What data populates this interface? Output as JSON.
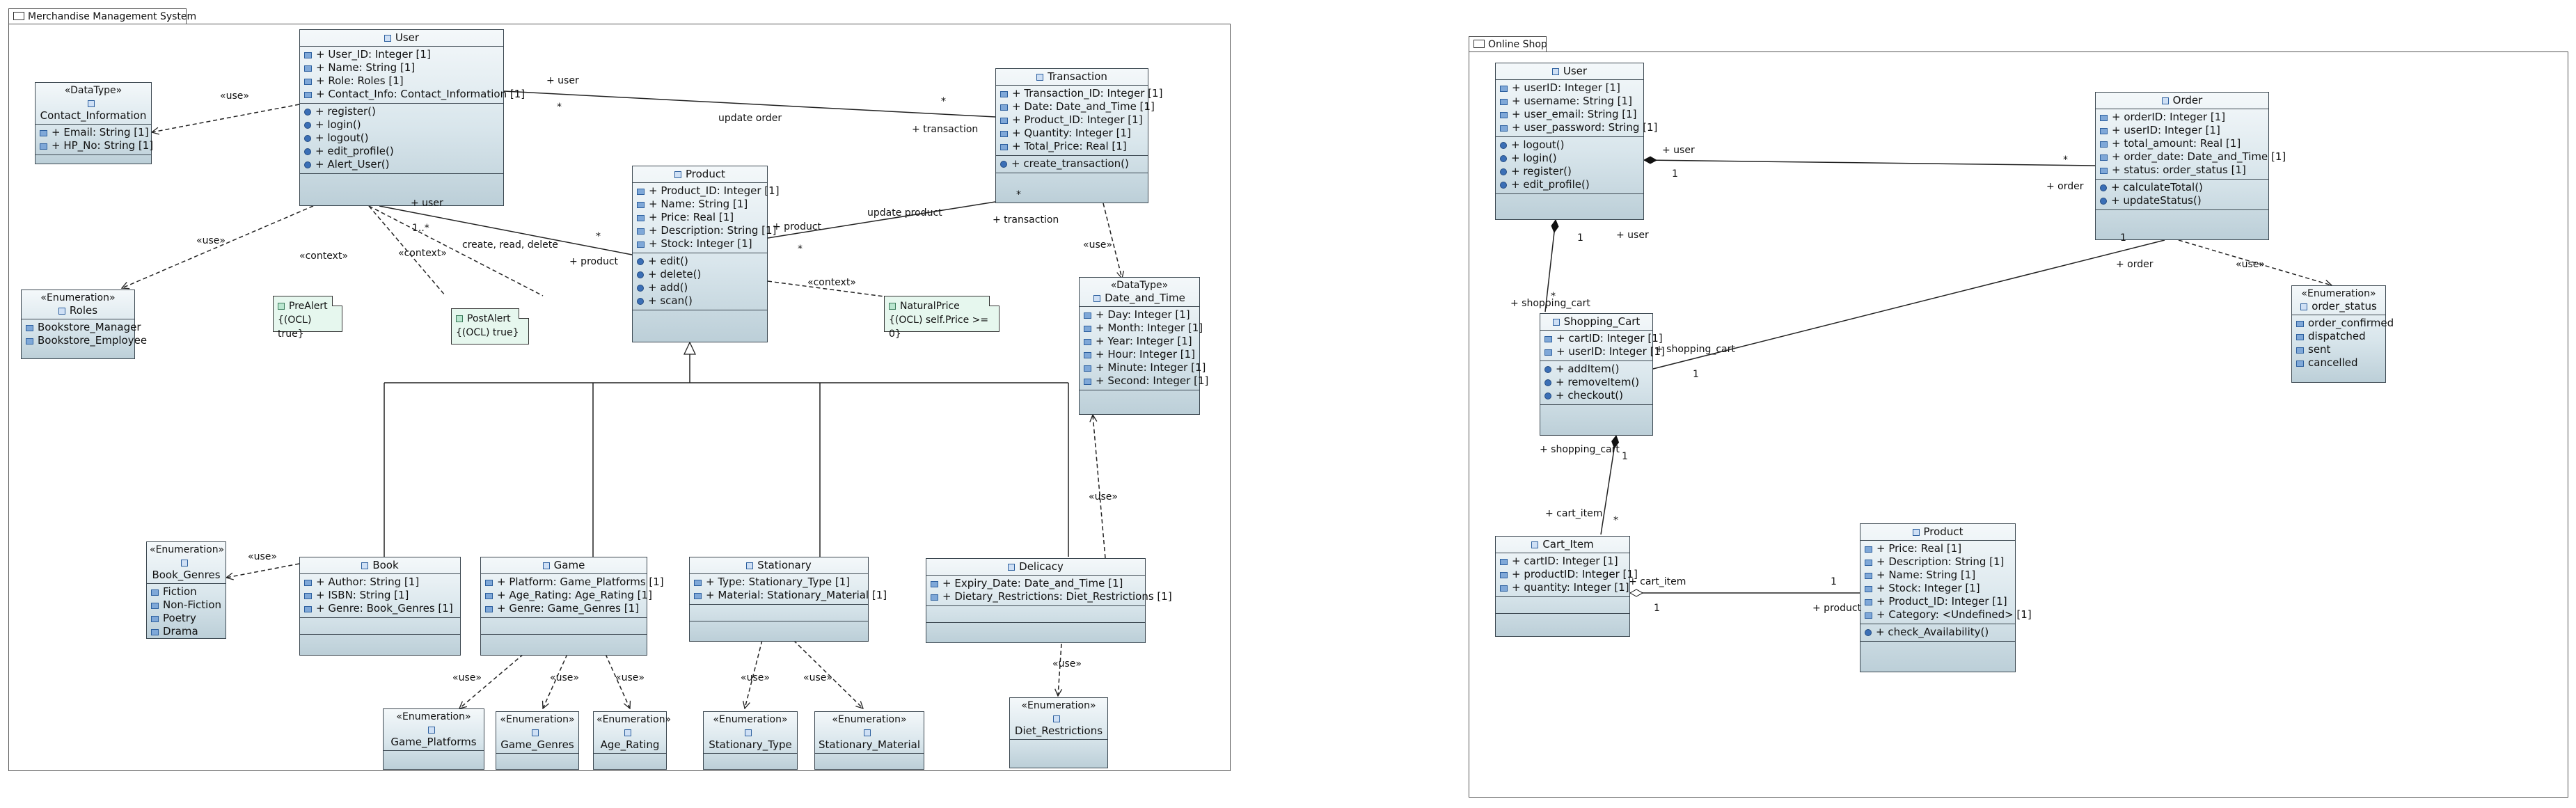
{
  "packages": {
    "left": {
      "title": "Merchandise Management System"
    },
    "right": {
      "title": "Online Shop"
    }
  },
  "classes": {
    "user": {
      "name": "User",
      "attributes": [
        "+ User_ID: Integer [1]",
        "+ Name: String [1]",
        "+ Role: Roles [1]",
        "+ Contact_Info: Contact_Information [1]"
      ],
      "operations": [
        "+ register()",
        "+ login()",
        "+ logout()",
        "+ edit_profile()",
        "+ Alert_User()"
      ]
    },
    "contact": {
      "stereotype": "«DataType»",
      "name": "Contact_Information",
      "attributes": [
        "+ Email: String [1]",
        "+ HP_No: String [1]"
      ]
    },
    "transaction": {
      "name": "Transaction",
      "attributes": [
        "+ Transaction_ID: Integer [1]",
        "+ Date: Date_and_Time [1]",
        "+ Product_ID: Integer [1]",
        "+ Quantity: Integer [1]",
        "+ Total_Price: Real [1]"
      ],
      "operations": [
        "+ create_transaction()"
      ]
    },
    "product": {
      "name": "Product",
      "attributes": [
        "+ Product_ID: Integer [1]",
        "+ Name: String [1]",
        "+ Price: Real [1]",
        "+ Description: String [1]",
        "+ Stock: Integer [1]"
      ],
      "operations": [
        "+ edit()",
        "+ delete()",
        "+ add()",
        "+ scan()"
      ]
    },
    "roles": {
      "stereotype": "«Enumeration»",
      "name": "Roles",
      "literals": [
        "Bookstore_Manager",
        "Bookstore_Employee"
      ]
    },
    "datetime": {
      "stereotype": "«DataType»",
      "name": "Date_and_Time",
      "attributes": [
        "+ Day: Integer [1]",
        "+ Month: Integer [1]",
        "+ Year: Integer [1]",
        "+ Hour: Integer [1]",
        "+ Minute: Integer [1]",
        "+ Second: Integer [1]"
      ]
    },
    "bookgenres": {
      "stereotype": "«Enumeration»",
      "name": "Book_Genres",
      "literals": [
        "Fiction",
        "Non-Fiction",
        "Poetry",
        "Drama"
      ]
    },
    "book": {
      "name": "Book",
      "attributes": [
        "+ Author: String [1]",
        "+ ISBN: String [1]",
        "+ Genre: Book_Genres [1]"
      ]
    },
    "game": {
      "name": "Game",
      "attributes": [
        "+ Platform: Game_Platforms [1]",
        "+ Age_Rating: Age_Rating [1]",
        "+ Genre: Game_Genres [1]"
      ]
    },
    "stationary": {
      "name": "Stationary",
      "attributes": [
        "+ Type: Stationary_Type [1]",
        "+ Material: Stationary_Material [1]"
      ]
    },
    "delicacy": {
      "name": "Delicacy",
      "attributes": [
        "+ Expiry_Date: Date_and_Time [1]",
        "+ Dietary_Restrictions: Diet_Restrictions [1]"
      ]
    },
    "gameplatforms": {
      "stereotype": "«Enumeration»",
      "name": "Game_Platforms"
    },
    "gamegenres": {
      "stereotype": "«Enumeration»",
      "name": "Game_Genres"
    },
    "agerating": {
      "stereotype": "«Enumeration»",
      "name": "Age_Rating"
    },
    "stattype": {
      "stereotype": "«Enumeration»",
      "name": "Stationary_Type"
    },
    "statmaterial": {
      "stereotype": "«Enumeration»",
      "name": "Stationary_Material"
    },
    "dietrestrictions": {
      "stereotype": "«Enumeration»",
      "name": "Diet_Restrictions"
    },
    "os_user": {
      "name": "User",
      "attributes": [
        "+ userID: Integer [1]",
        "+ username: String [1]",
        "+ user_email: String [1]",
        "+ user_password: String [1]"
      ],
      "operations": [
        "+ logout()",
        "+ login()",
        "+ register()",
        "+ edit_profile()"
      ]
    },
    "os_order": {
      "name": "Order",
      "attributes": [
        "+ orderID: Integer [1]",
        "+ userID: Integer [1]",
        "+ total_amount: Real [1]",
        "+ order_date: Date_and_Time [1]",
        "+ status: order_status [1]"
      ],
      "operations": [
        "+ calculateTotal()",
        "+ updateStatus()"
      ]
    },
    "os_orderstatus": {
      "stereotype": "«Enumeration»",
      "name": "order_status",
      "literals": [
        "order_confirmed",
        "dispatched",
        "sent",
        "cancelled"
      ]
    },
    "os_cart": {
      "name": "Shopping_Cart",
      "attributes": [
        "+ cartID: Integer [1]",
        "+ userID: Integer [1]"
      ],
      "operations": [
        "+ addItem()",
        "+ removeItem()",
        "+ checkout()"
      ]
    },
    "os_cartitem": {
      "name": "Cart_Item",
      "attributes": [
        "+ cartID: Integer [1]",
        "+ productID: Integer [1]",
        "+ quantity: Integer [1]"
      ]
    },
    "os_product": {
      "name": "Product",
      "attributes": [
        "+ Price: Real [1]",
        "+ Description: String [1]",
        "+ Name: String [1]",
        "+ Stock: Integer [1]",
        "+ Product_ID: Integer [1]",
        "+ Category: <Undefined> [1]"
      ],
      "operations": [
        "+ check_Availability()"
      ]
    }
  },
  "notes": {
    "prealert": {
      "name": "PreAlert",
      "body": "{(OCL) true}"
    },
    "postalert": {
      "name": "PostAlert",
      "body": "{(OCL) true}"
    },
    "naturalprice": {
      "name": "NaturalPrice",
      "body": "{(OCL) self.Price >= 0}"
    }
  },
  "labels": {
    "use": "«use»",
    "context": "«context»",
    "plus_user": "+ user",
    "plus_transaction": "+ transaction",
    "plus_product": "+ product",
    "update_order": "update order",
    "update_product": "update product",
    "create_read_delete": "create, read, delete",
    "star": "*",
    "one_star": "1..*",
    "one": "1",
    "plus_order": "+ order",
    "plus_shopping_cart": "+ shopping_cart",
    "plus_cart_item": "+ cart_item"
  }
}
